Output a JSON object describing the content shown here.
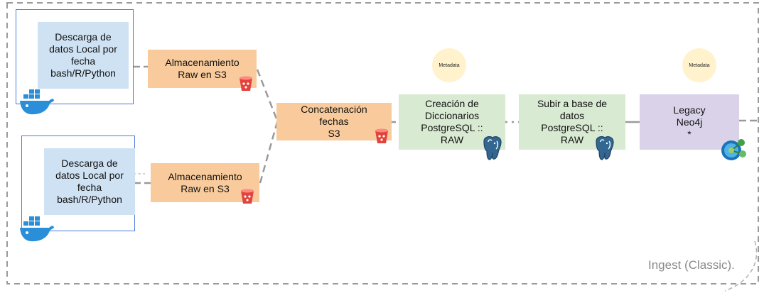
{
  "group": {
    "label": "Ingest (Classic)."
  },
  "nodes": {
    "download_top": "Descarga de\ndatos Local por\nfecha\nbash/R/Python",
    "download_bottom": "Descarga de\ndatos Local por\nfecha\nbash/R/Python",
    "store_top": "Almacenamiento\nRaw en S3",
    "store_bottom": "Almacenamiento\nRaw en S3",
    "concat": "Concatenación\nfechas\nS3",
    "dicts": "Creación de\nDiccionarios\nPostgreSQL ::\nRAW",
    "upload": "Subir a base de\ndatos\nPostgreSQL ::\nRAW",
    "legacy": "Legacy\nNeo4j\n*"
  },
  "metadata": {
    "left": "Metadata",
    "right": "Metadata"
  },
  "colors": {
    "local": "#cfe2f3",
    "store": "#f9cb9c",
    "process": "#d9ead3",
    "legacy": "#d9d2e9",
    "metadata": "#fff2cc",
    "frame": "#4a7bd9",
    "connector": "#9a9a9a"
  },
  "icons": [
    "docker-whale-icon",
    "s3-bucket-icon",
    "postgresql-elephant-icon",
    "neo4j-graph-icon"
  ]
}
